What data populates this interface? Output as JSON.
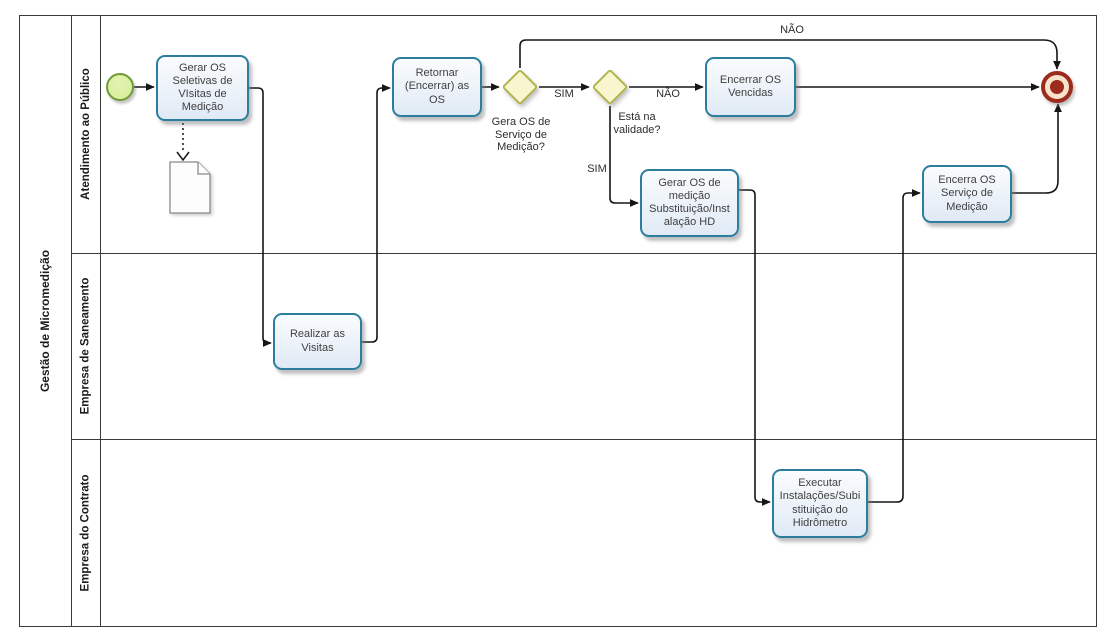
{
  "diagram": {
    "pool_title": "Gestão de Micromedição",
    "lanes": [
      {
        "label": "Atendimento ao Público"
      },
      {
        "label": "Empresa de Saneamento"
      },
      {
        "label": "Empresa do Contrato"
      }
    ]
  },
  "nodes": {
    "start_event": {
      "type": "start-event"
    },
    "task_gerar_os_seletivas": {
      "label": "Gerar OS Seletivas  de VIsitas de Medição"
    },
    "document_artifact": {
      "type": "document"
    },
    "task_retornar_encerrar": {
      "label": "Retornar (Encerrar) as OS"
    },
    "gateway_gera_os": {
      "label": "Gera OS de Serviço de Medição?"
    },
    "gateway_validade": {
      "label": "Está na validade?"
    },
    "task_encerrar_os_vencidas": {
      "label": "Encerrar OS Vencidas"
    },
    "task_gerar_os_medicao": {
      "label": "Gerar OS  de medição Substituição/Instalação HD"
    },
    "task_encerra_os_servico": {
      "label": "Encerra OS Serviço de Medição"
    },
    "task_realizar_visitas": {
      "label": "Realizar as Visitas"
    },
    "task_executar_instalacoes": {
      "label": "Executar Instalações/Subistituição do Hidrômetro"
    },
    "end_event": {
      "type": "end-event"
    }
  },
  "edge_labels": {
    "gera_os_sim": "SIM",
    "gera_os_nao": "NÃO",
    "validade_nao": "NÃO",
    "validade_sim": "SIM"
  },
  "colors": {
    "frame": "#3a3a3a",
    "flow": "#161616",
    "text": "#3f3f3f",
    "task_border": "#2c7d9e",
    "task_fill_top": "#fafcfe",
    "task_fill_bottom": "#e0eaf5",
    "gateway_border": "#b3b44d",
    "gateway_fill": "#f9f6cf",
    "start_border": "#6f9a37",
    "start_fill": "#d5ec97",
    "end_ring": "#9c2b1e",
    "end_fill": "#f7e2cc"
  }
}
